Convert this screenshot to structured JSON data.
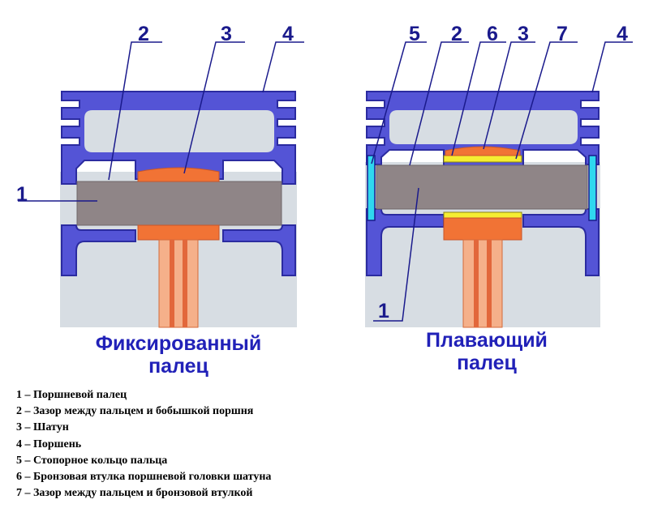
{
  "colors": {
    "piston_body": "#5454d6",
    "piston_outline": "#2b2ba0",
    "pin": "#8f8587",
    "rod_head": "#f17335",
    "rod_shank": "#f5b08a",
    "bushing": "#f5ed32",
    "retaining_ring": "#2fd8ef",
    "bore_wall": "#d7dde3",
    "leader_line": "#1a1a8c"
  },
  "left_diagram": {
    "callouts": [
      "1",
      "2",
      "3",
      "4"
    ],
    "caption_line1": "Фиксированный",
    "caption_line2": "палец"
  },
  "right_diagram": {
    "callouts": [
      "5",
      "2",
      "6",
      "3",
      "7",
      "4",
      "1"
    ],
    "caption_line1": "Плавающий",
    "caption_line2": "палец"
  },
  "legend": [
    "1 – Поршневой палец",
    "2 – Зазор между пальцем и бобышкой поршня",
    "3 – Шатун",
    "4 – Поршень",
    "5 – Стопорное кольцо пальца",
    "6 – Бронзовая втулка поршневой головки шатуна",
    "7 – Зазор между пальцем и бронзовой втулкой"
  ]
}
